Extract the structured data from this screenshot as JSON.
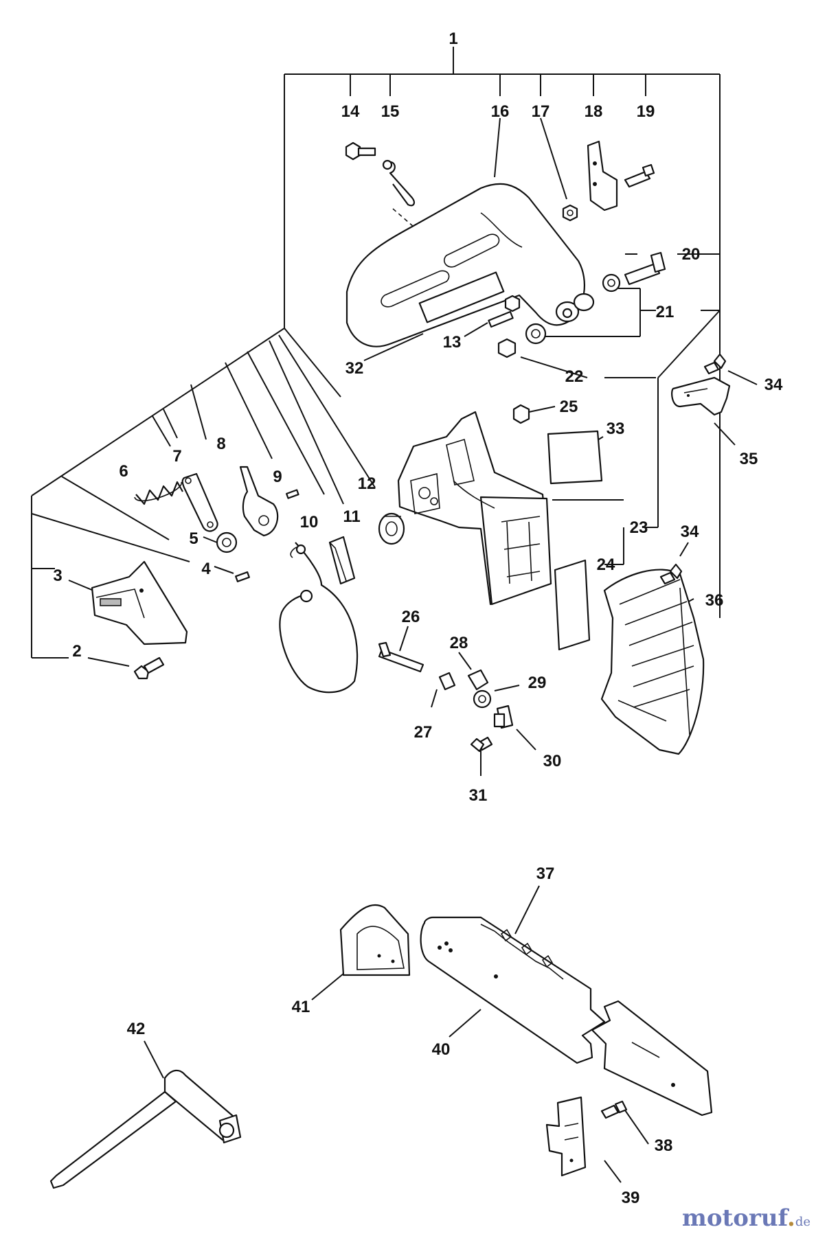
{
  "labels": [
    "1",
    "2",
    "3",
    "4",
    "5",
    "6",
    "7",
    "8",
    "9",
    "10",
    "11",
    "12",
    "13",
    "14",
    "15",
    "16",
    "17",
    "18",
    "19",
    "20",
    "21",
    "22",
    "23",
    "24",
    "25",
    "26",
    "27",
    "28",
    "29",
    "30",
    "31",
    "32",
    "33",
    "34",
    "35",
    "36",
    "37",
    "38",
    "39",
    "40",
    "41",
    "42"
  ],
  "watermark": {
    "name": "motoruf",
    "dot": ".",
    "tld": "de"
  }
}
